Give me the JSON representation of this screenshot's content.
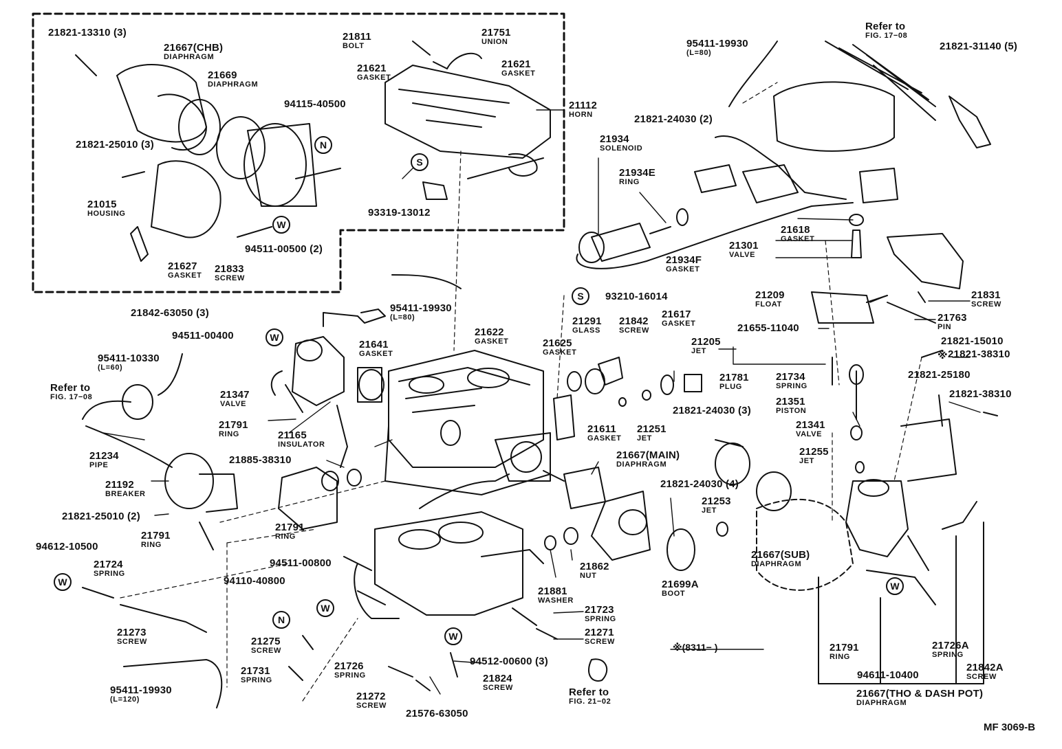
{
  "diagram_code": "MF 3069-B",
  "footnote": "※(8311−        )",
  "callouts": [
    {
      "id": "c1",
      "part": "21821-13310 (3)",
      "name": ""
    },
    {
      "id": "c2",
      "part": "21667(CHB)",
      "name": "DIAPHRAGM"
    },
    {
      "id": "c3",
      "part": "21669",
      "name": "DIAPHRAGM"
    },
    {
      "id": "c4",
      "part": "94115-40500",
      "name": ""
    },
    {
      "id": "c5",
      "part": "21821-25010 (3)",
      "name": ""
    },
    {
      "id": "c6",
      "part": "21015",
      "name": "HOUSING"
    },
    {
      "id": "c7",
      "part": "21627",
      "name": "GASKET"
    },
    {
      "id": "c8",
      "part": "21833",
      "name": "SCREW"
    },
    {
      "id": "c9",
      "part": "94511-00500 (2)",
      "name": ""
    },
    {
      "id": "c10",
      "part": "21811",
      "name": "BOLT"
    },
    {
      "id": "c11",
      "part": "21751",
      "name": "UNION"
    },
    {
      "id": "c12",
      "part": "21621",
      "name": "GASKET"
    },
    {
      "id": "c13",
      "part": "21621",
      "name": "GASKET"
    },
    {
      "id": "c14",
      "part": "21112",
      "name": "HORN"
    },
    {
      "id": "c15",
      "part": "93319-13012",
      "name": ""
    },
    {
      "id": "c16",
      "part": "95411-19930",
      "name": "(L=80)"
    },
    {
      "id": "c17",
      "part": "Refer to",
      "name": "FIG. 17−08"
    },
    {
      "id": "c18",
      "part": "21821-31140 (5)",
      "name": ""
    },
    {
      "id": "c19",
      "part": "21821-24030 (2)",
      "name": ""
    },
    {
      "id": "c20",
      "part": "21934",
      "name": "SOLENOID"
    },
    {
      "id": "c21",
      "part": "21934E",
      "name": "RING"
    },
    {
      "id": "c22",
      "part": "21934F",
      "name": "GASKET"
    },
    {
      "id": "c23",
      "part": "21618",
      "name": "GASKET"
    },
    {
      "id": "c24",
      "part": "21301",
      "name": "VALVE"
    },
    {
      "id": "c25",
      "part": "95411-19930",
      "name": "(L=80)"
    },
    {
      "id": "c26",
      "part": "93210-16014",
      "name": ""
    },
    {
      "id": "c27",
      "part": "21209",
      "name": "FLOAT"
    },
    {
      "id": "c28",
      "part": "21831",
      "name": "SCREW"
    },
    {
      "id": "c29",
      "part": "21763",
      "name": "PIN"
    },
    {
      "id": "c30",
      "part": "21842-63050 (3)",
      "name": ""
    },
    {
      "id": "c31",
      "part": "94511-00400",
      "name": ""
    },
    {
      "id": "c32",
      "part": "21641",
      "name": "GASKET"
    },
    {
      "id": "c33",
      "part": "21622",
      "name": "GASKET"
    },
    {
      "id": "c34",
      "part": "21291",
      "name": "GLASS"
    },
    {
      "id": "c35",
      "part": "21842",
      "name": "SCREW"
    },
    {
      "id": "c36",
      "part": "21617",
      "name": "GASKET"
    },
    {
      "id": "c37",
      "part": "21625",
      "name": "GASKET"
    },
    {
      "id": "c38",
      "part": "21655-11040",
      "name": ""
    },
    {
      "id": "c39",
      "part": "21205",
      "name": "JET"
    },
    {
      "id": "c40",
      "part": "21821-15010",
      "name": ""
    },
    {
      "id": "c41",
      "part": "21821-38310",
      "name": ""
    },
    {
      "id": "c42",
      "part": "95411-10330",
      "name": "(L=60)"
    },
    {
      "id": "c43",
      "part": "Refer to",
      "name": "FIG. 17−08"
    },
    {
      "id": "c44",
      "part": "21347",
      "name": "VALVE"
    },
    {
      "id": "c45",
      "part": "21781",
      "name": "PLUG"
    },
    {
      "id": "c46",
      "part": "21734",
      "name": "SPRING"
    },
    {
      "id": "c47",
      "part": "21821-25180",
      "name": ""
    },
    {
      "id": "c48",
      "part": "21351",
      "name": "PISTON"
    },
    {
      "id": "c49",
      "part": "21821-38310",
      "name": ""
    },
    {
      "id": "c50",
      "part": "21791",
      "name": "RING"
    },
    {
      "id": "c51",
      "part": "21165",
      "name": "INSULATOR"
    },
    {
      "id": "c52",
      "part": "21611",
      "name": "GASKET"
    },
    {
      "id": "c53",
      "part": "21251",
      "name": "JET"
    },
    {
      "id": "c54",
      "part": "21821-24030 (3)",
      "name": ""
    },
    {
      "id": "c55",
      "part": "21341",
      "name": "VALVE"
    },
    {
      "id": "c56",
      "part": "21234",
      "name": "PIPE"
    },
    {
      "id": "c57",
      "part": "21885-38310",
      "name": ""
    },
    {
      "id": "c58",
      "part": "21667(MAIN)",
      "name": "DIAPHRAGM"
    },
    {
      "id": "c59",
      "part": "21255",
      "name": "JET"
    },
    {
      "id": "c60",
      "part": "21192",
      "name": "BREAKER"
    },
    {
      "id": "c61",
      "part": "21821-24030 (4)",
      "name": ""
    },
    {
      "id": "c62",
      "part": "21253",
      "name": "JET"
    },
    {
      "id": "c63",
      "part": "21821-25010 (2)",
      "name": ""
    },
    {
      "id": "c64",
      "part": "21791",
      "name": "RING"
    },
    {
      "id": "c65",
      "part": "21791",
      "name": "RING"
    },
    {
      "id": "c66",
      "part": "94612-10500",
      "name": ""
    },
    {
      "id": "c67",
      "part": "21724",
      "name": "SPRING"
    },
    {
      "id": "c68",
      "part": "94511-00800",
      "name": ""
    },
    {
      "id": "c69",
      "part": "21862",
      "name": "NUT"
    },
    {
      "id": "c70",
      "part": "21667(SUB)",
      "name": "DIAPHRAGM"
    },
    {
      "id": "c71",
      "part": "94110-40800",
      "name": ""
    },
    {
      "id": "c72",
      "part": "21881",
      "name": "WASHER"
    },
    {
      "id": "c73",
      "part": "21699A",
      "name": "BOOT"
    },
    {
      "id": "c74",
      "part": "21273",
      "name": "SCREW"
    },
    {
      "id": "c75",
      "part": "21723",
      "name": "SPRING"
    },
    {
      "id": "c76",
      "part": "21275",
      "name": "SCREW"
    },
    {
      "id": "c77",
      "part": "21271",
      "name": "SCREW"
    },
    {
      "id": "c78",
      "part": "21731",
      "name": "SPRING"
    },
    {
      "id": "c79",
      "part": "21726",
      "name": "SPRING"
    },
    {
      "id": "c80",
      "part": "94512-00600 (3)",
      "name": ""
    },
    {
      "id": "c81",
      "part": "21824",
      "name": "SCREW"
    },
    {
      "id": "c82",
      "part": "95411-19930",
      "name": "(L=120)"
    },
    {
      "id": "c83",
      "part": "21272",
      "name": "SCREW"
    },
    {
      "id": "c84",
      "part": "21576-63050",
      "name": ""
    },
    {
      "id": "c85",
      "part": "Refer to",
      "name": "FIG. 21−02"
    },
    {
      "id": "c86",
      "part": "21791",
      "name": "RING"
    },
    {
      "id": "c87",
      "part": "94611-10400",
      "name": ""
    },
    {
      "id": "c88",
      "part": "21726A",
      "name": "SPRING"
    },
    {
      "id": "c89",
      "part": "21842A",
      "name": "SCREW"
    },
    {
      "id": "c90",
      "part": "21667(THO & DASH POT)",
      "name": "DIAPHRAGM"
    }
  ],
  "markers": [
    {
      "id": "m1",
      "letter": "N"
    },
    {
      "id": "m2",
      "letter": "S"
    },
    {
      "id": "m3",
      "letter": "W"
    },
    {
      "id": "m4",
      "letter": "S"
    },
    {
      "id": "m5",
      "letter": "W"
    },
    {
      "id": "m6",
      "letter": "W"
    },
    {
      "id": "m7",
      "letter": "W"
    },
    {
      "id": "m8",
      "letter": "N"
    },
    {
      "id": "m9",
      "letter": "W"
    },
    {
      "id": "m10",
      "letter": "W"
    }
  ],
  "asterisk_marker": "※"
}
